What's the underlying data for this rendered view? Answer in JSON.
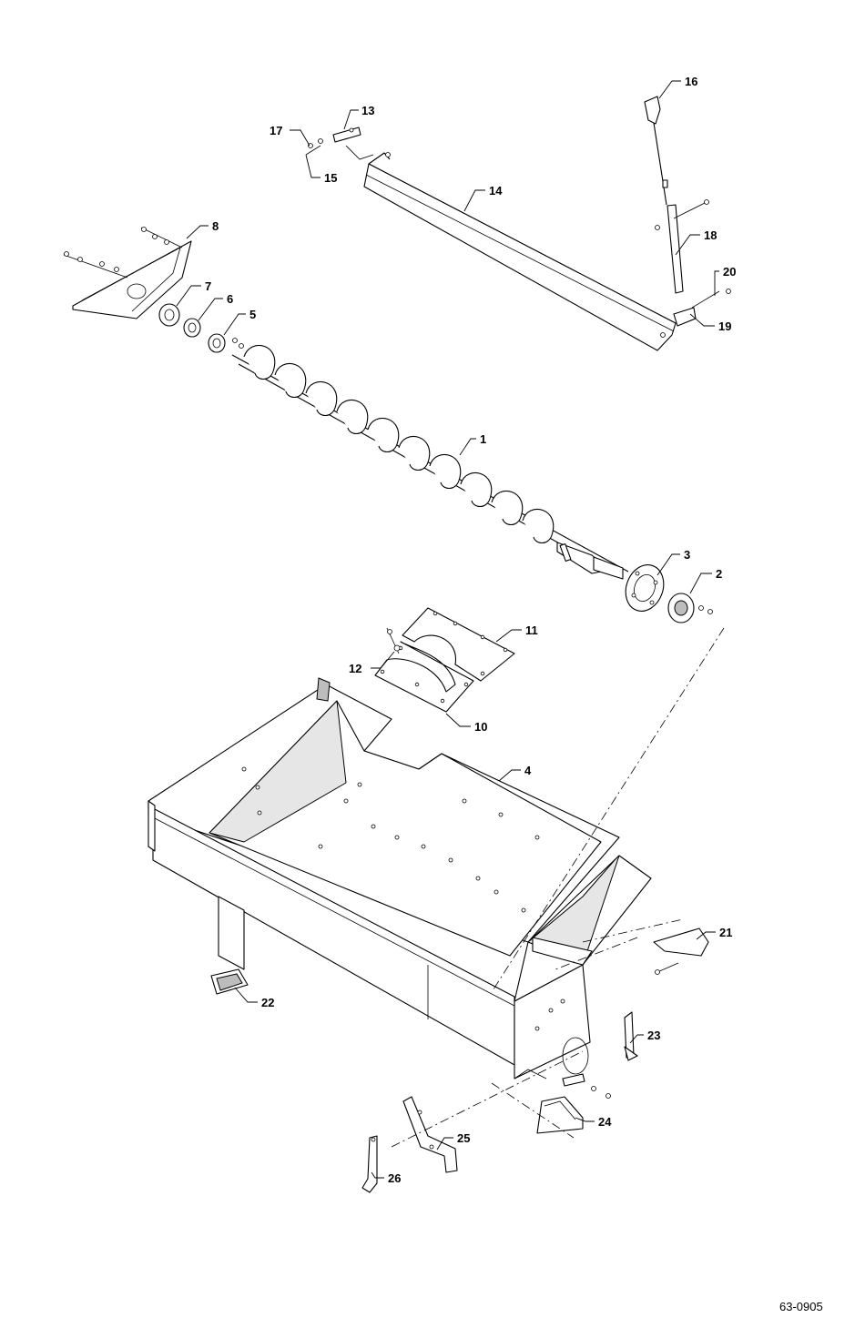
{
  "diagram": {
    "callouts": {
      "c1": "1",
      "c2": "2",
      "c3": "3",
      "c4": "4",
      "c5": "5",
      "c6": "6",
      "c7": "7",
      "c8": "8",
      "c10": "10",
      "c11": "11",
      "c12": "12",
      "c13": "13",
      "c14": "14",
      "c15": "15",
      "c16": "16",
      "c17": "17",
      "c18": "18",
      "c19": "19",
      "c20": "20",
      "c21": "21",
      "c22": "22",
      "c23": "23",
      "c24": "24",
      "c25": "25",
      "c26": "26"
    },
    "document_number": "63-0905"
  }
}
